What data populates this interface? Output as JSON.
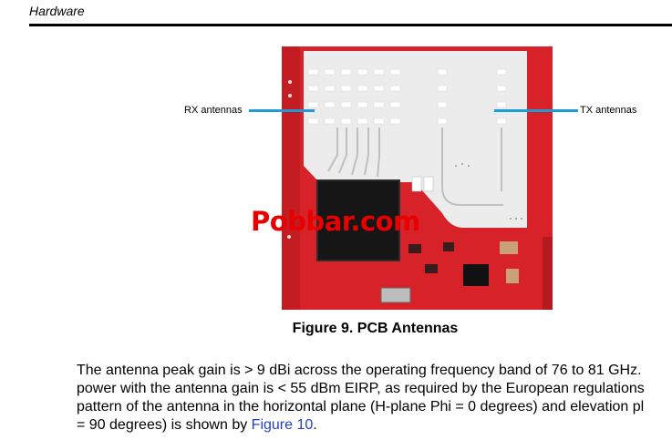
{
  "header": {
    "section": "Hardware"
  },
  "figure": {
    "rx_label": "RX antennas",
    "tx_label": "TX antennas",
    "watermark": "Pobbar.com",
    "caption": "Figure 9. PCB Antennas",
    "colors": {
      "pcb_red": "#d8222a",
      "antenna_area": "#eeeeee",
      "annotation_line": "#1e9bd7",
      "watermark": "#e80000"
    }
  },
  "body": {
    "line1": "The antenna peak gain is > 9 dBi across the operating frequency band of 76 to 81 GHz.",
    "line2": "power with the antenna gain is < 55 dBm EIRP, as required by the European regulations",
    "line3": "pattern of the antenna in the horizontal plane (H-plane Phi = 0 degrees) and elevation pl",
    "line4_prefix": "= 90 degrees) is shown by ",
    "line4_link": "Figure 10",
    "line4_suffix": "."
  }
}
